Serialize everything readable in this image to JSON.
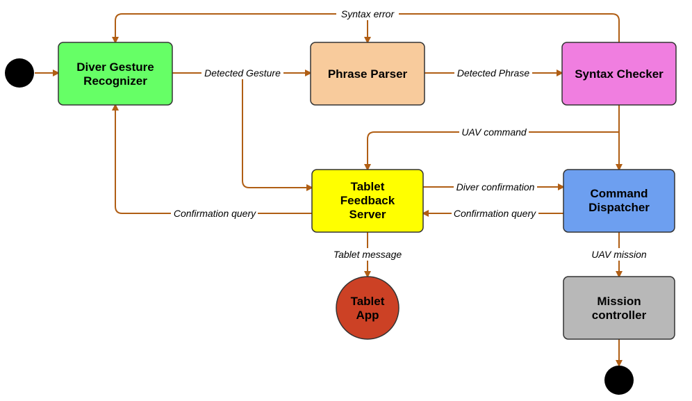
{
  "colors": {
    "edge": "#b05e14",
    "terminal": "#000000",
    "diver_gesture_recognizer": "#66ff66",
    "phrase_parser": "#f8cb9c",
    "syntax_checker": "#f07ee0",
    "tablet_feedback_server": "#ffff00",
    "command_dispatcher": "#6d9ff0",
    "mission_controller": "#b8b8b8",
    "tablet_app": "#cc4125"
  },
  "nodes": {
    "diver_gesture_recognizer": {
      "line1": "Diver Gesture",
      "line2": "Recognizer"
    },
    "phrase_parser": {
      "line1": "Phrase Parser"
    },
    "syntax_checker": {
      "line1": "Syntax Checker"
    },
    "tablet_feedback_server": {
      "line1": "Tablet",
      "line2": "Feedback",
      "line3": "Server"
    },
    "command_dispatcher": {
      "line1": "Command",
      "line2": "Dispatcher"
    },
    "mission_controller": {
      "line1": "Mission",
      "line2": "controller"
    },
    "tablet_app": {
      "line1": "Tablet",
      "line2": "App"
    }
  },
  "edges": {
    "syntax_error": "Syntax error",
    "detected_gesture": "Detected Gesture",
    "detected_phrase": "Detected Phrase",
    "uav_command": "UAV command",
    "diver_confirmation": "Diver confirmation",
    "confirmation_query_left": "Confirmation query",
    "confirmation_query_right": "Confirmation query",
    "tablet_message": "Tablet message",
    "uav_mission": "UAV mission"
  }
}
